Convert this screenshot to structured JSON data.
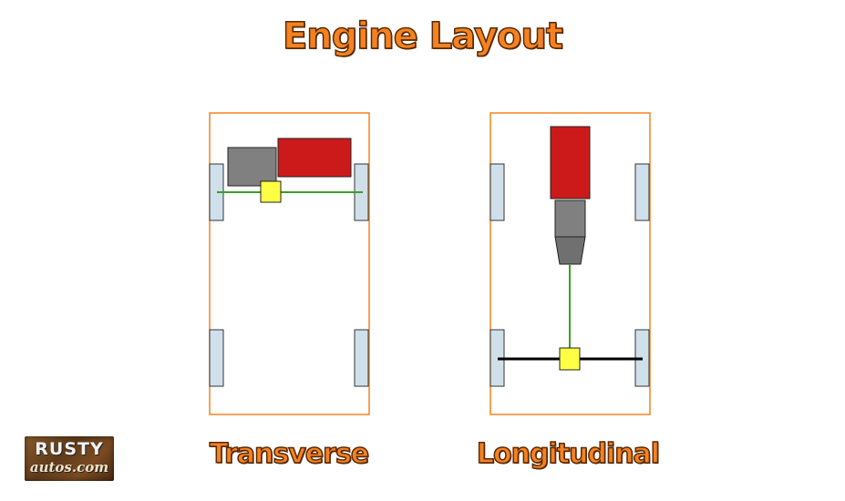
{
  "title": "Engine Layout",
  "captions": {
    "transverse": "Transverse",
    "longitudinal": "Longitudinal"
  },
  "logo": {
    "line1": "RUSTY",
    "line2": "autos.com"
  },
  "colors": {
    "title_fill": "#f58220",
    "title_outline": "#5a2a05",
    "car_outline": "#f58220",
    "wheel_fill": "#cfe0ea",
    "engine_red": "#cc1a1a",
    "gearbox_gray": "#808080",
    "shaft_green": "#3aa02a",
    "differential_yellow": "#ffff44",
    "axle_black": "#000000"
  }
}
